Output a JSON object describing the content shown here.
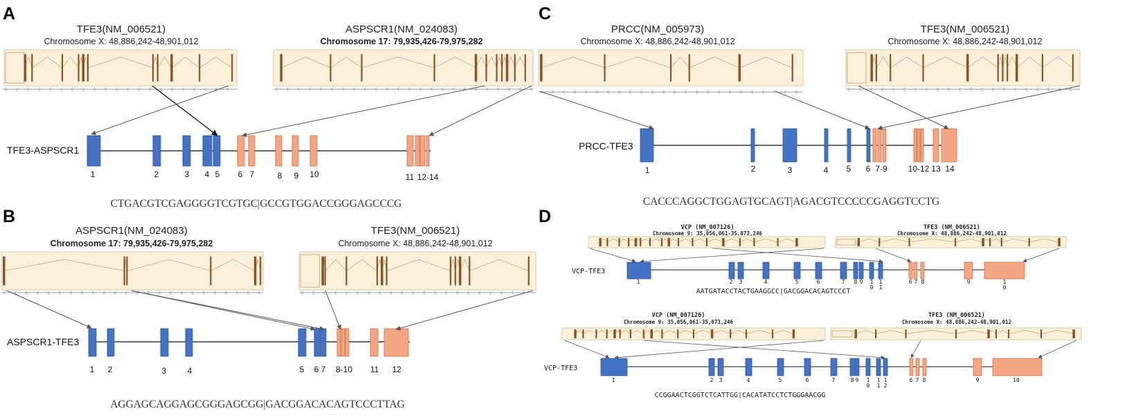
{
  "colors": {
    "track_bg": "#fbf0d9",
    "track_bg_dark": "#f6e6c2",
    "track_border": "#d9c9a6",
    "exon_brown": "#8b5424",
    "intron_line": "#b89f7a",
    "scale_line": "#9a9a9a",
    "blue_exon": "#4472c4",
    "orange_exon": "#f4a582",
    "orange_border": "#c9704a",
    "arrow": "#555555"
  },
  "panels": [
    {
      "letter": "A",
      "genes": [
        {
          "name": "TFE3(NM_006521)",
          "location": "Chromosome X: 48,886,242-48,901,012"
        },
        {
          "name": "ASPSCR1(NM_024083)",
          "location": "Chromosome 17: 79,935,426-79,975,282"
        }
      ],
      "fusion": "TFE3-ASPSCR1",
      "exon_labels": [
        "1",
        "2",
        "3",
        "4",
        "5",
        "6",
        "7",
        "8",
        "9",
        "10",
        "11",
        "12-14"
      ],
      "sequence": "CTGACGTCGAGGGGTCGTGC|GCCGTGGACCGGGAGCCCG"
    },
    {
      "letter": "B",
      "genes": [
        {
          "name": "ASPSCR1(NM_024083)",
          "location": "Chromosome 17: 79,935,426-79,975,282"
        },
        {
          "name": "TFE3(NM_006521)",
          "location": "Chromosome X: 48,886,242-48,901,012"
        }
      ],
      "fusion": "ASPSCR1-TFE3",
      "exon_labels": [
        "1",
        "2",
        "3",
        "4",
        "5",
        "6",
        "7",
        "8-10",
        "11",
        "12"
      ],
      "sequence": "AGGAGCAGGAGCGGGAGCGG|GACGGACACAGTCCCTTAG"
    },
    {
      "letter": "C",
      "genes": [
        {
          "name": "PRCC(NM_005973)",
          "location": "Chromosome X: 48,886,242-48,901,012"
        },
        {
          "name": "TFE3(NM_006521)",
          "location": "Chromosome X: 48,886,242-48,901,012"
        }
      ],
      "fusion": "PRCC-TFE3",
      "exon_labels": [
        "1",
        "2",
        "3",
        "4",
        "5",
        "6",
        "7-9",
        "10-12",
        "13",
        "14"
      ],
      "sequence": "CACCCAGGCTGGAGTGCAGT|AGACGTCCCCCGAGGTCCTG"
    },
    {
      "letter": "D",
      "top": {
        "genes": [
          {
            "name": "VCP (NM_007126)",
            "location": "Chromosome 9: 35,056,061-35,073,246"
          },
          {
            "name": "TFE3 (NM_006521)",
            "location": "Chromosome X: 48,886,242-48,901,012"
          }
        ],
        "fusion": "VCP-TFE3",
        "exon_labels": [
          "1",
          "2",
          "3",
          "4",
          "5",
          "6",
          "7",
          "8",
          "9",
          "1",
          "1",
          "6",
          "7",
          "8",
          "9",
          "1"
        ],
        "exon_labels_sub": [
          "0",
          "1",
          "0"
        ],
        "sequence": "AATGATACCTACTGAAGGCC|GACGGACACAGTCCCT"
      },
      "bottom": {
        "genes": [
          {
            "name": "VCP (NM_007126)",
            "location": "Chromosome 9: 35,056,061-35,073,246"
          },
          {
            "name": "TFE3 (NM_006521)",
            "location": "Chromosome X: 48,886,242-48,901,012"
          }
        ],
        "fusion": "VCP-TFE3",
        "exon_labels": [
          "1",
          "2",
          "3",
          "4",
          "5",
          "6",
          "7",
          "8",
          "9",
          "1",
          "1",
          "1",
          "6",
          "7",
          "8",
          "9",
          "10"
        ],
        "exon_labels_sub": [
          "0",
          "1",
          "2"
        ],
        "sequence": "CCGGAACTCGGTCTCATTGG|CACATATCCTCTGGGAACGG"
      }
    }
  ]
}
